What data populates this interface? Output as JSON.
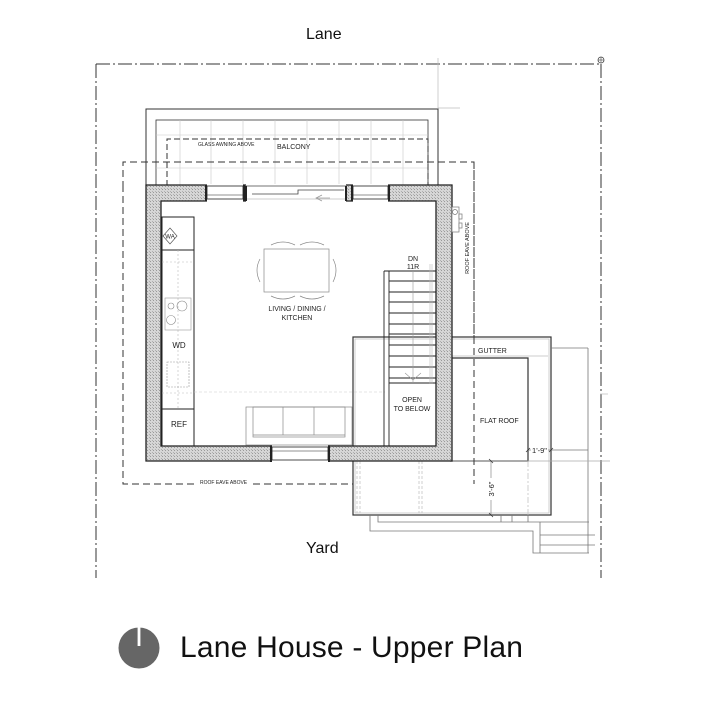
{
  "site": {
    "top_label": "Lane",
    "bottom_label": "Yard"
  },
  "rooms": {
    "balcony": "BALCONY",
    "glass_awning": "GLASS AWNING ABOVE",
    "living_line1": "LIVING / DINING /",
    "living_line2": "KITCHEN",
    "stair_dn": "DN",
    "stair_risers": "11R",
    "open_line1": "OPEN",
    "open_line2": "TO BELOW",
    "gutter": "GUTTER",
    "flat_roof": "FLAT ROOF",
    "roof_eave_bottom": "ROOF EAVE ABOVE",
    "roof_eave_side": "ROOF EAVE ABOVE"
  },
  "appliances": {
    "wa": "WA",
    "wd": "WD",
    "ref": "REF"
  },
  "dimensions": {
    "horizontal": "1'-9\"",
    "vertical": "3'-6\""
  },
  "title": {
    "text": "Lane House - Upper Plan",
    "icon": "north-arrow-icon",
    "icon_color": "#666666"
  }
}
